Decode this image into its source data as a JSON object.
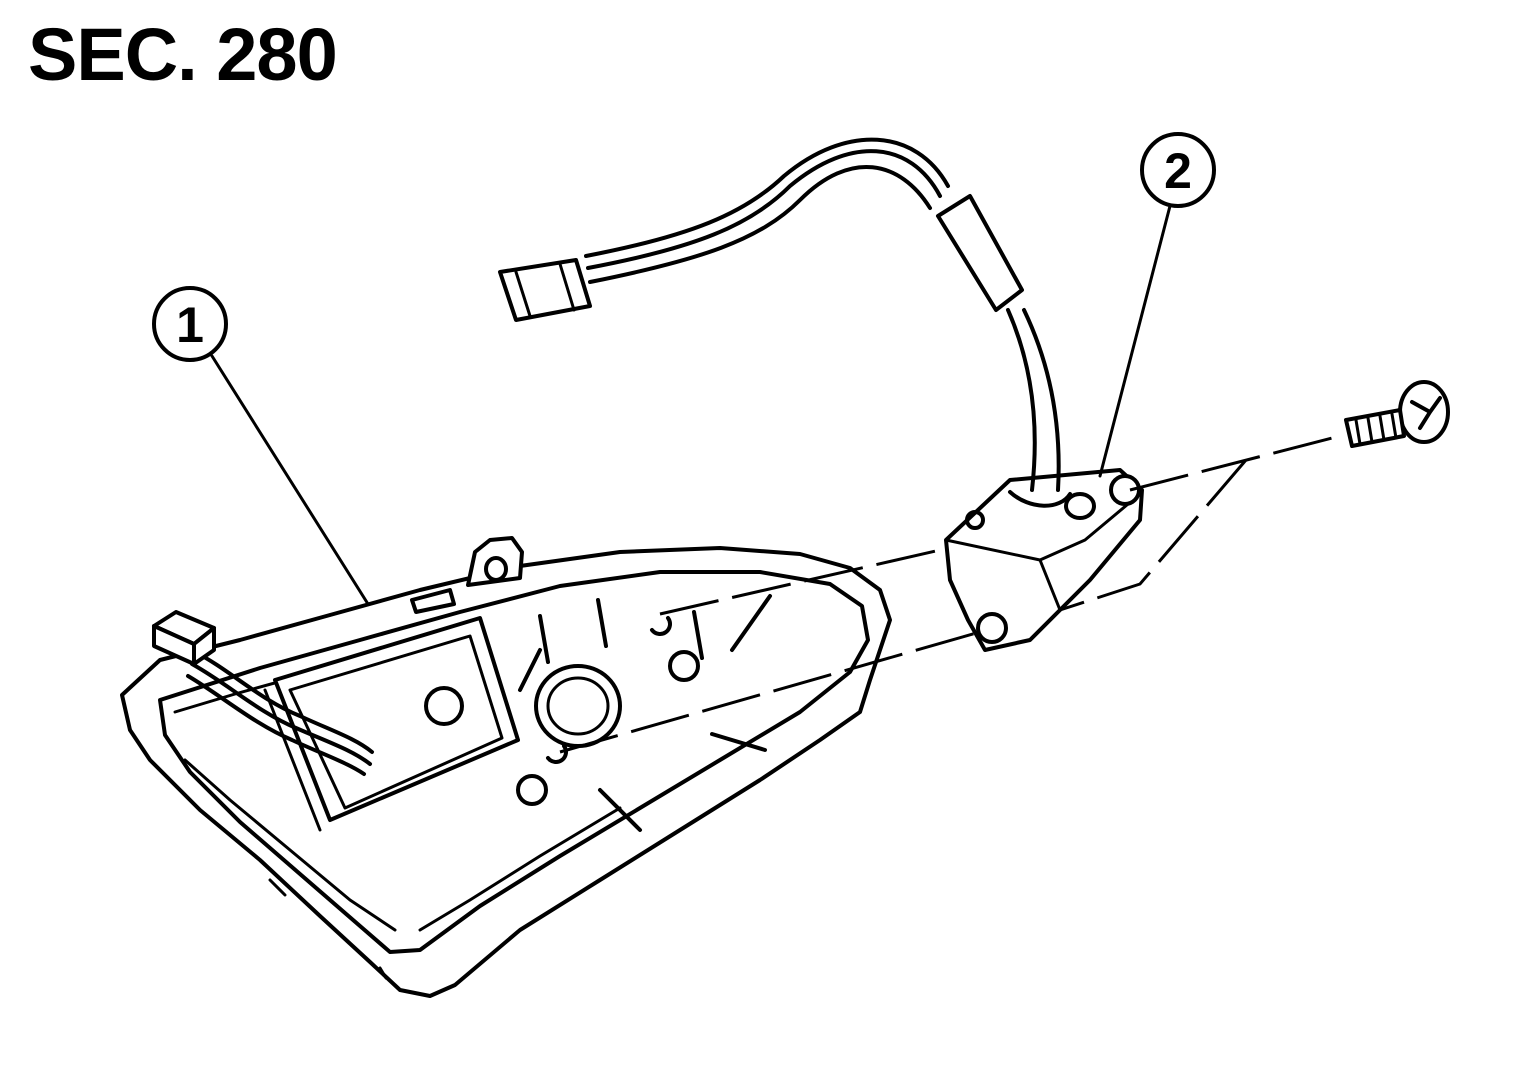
{
  "section_label": "SEC. 280",
  "callouts": [
    {
      "id": "callout-1",
      "label": "1"
    },
    {
      "id": "callout-2",
      "label": "2"
    }
  ],
  "colors": {
    "line": "#000000",
    "background": "#ffffff"
  }
}
